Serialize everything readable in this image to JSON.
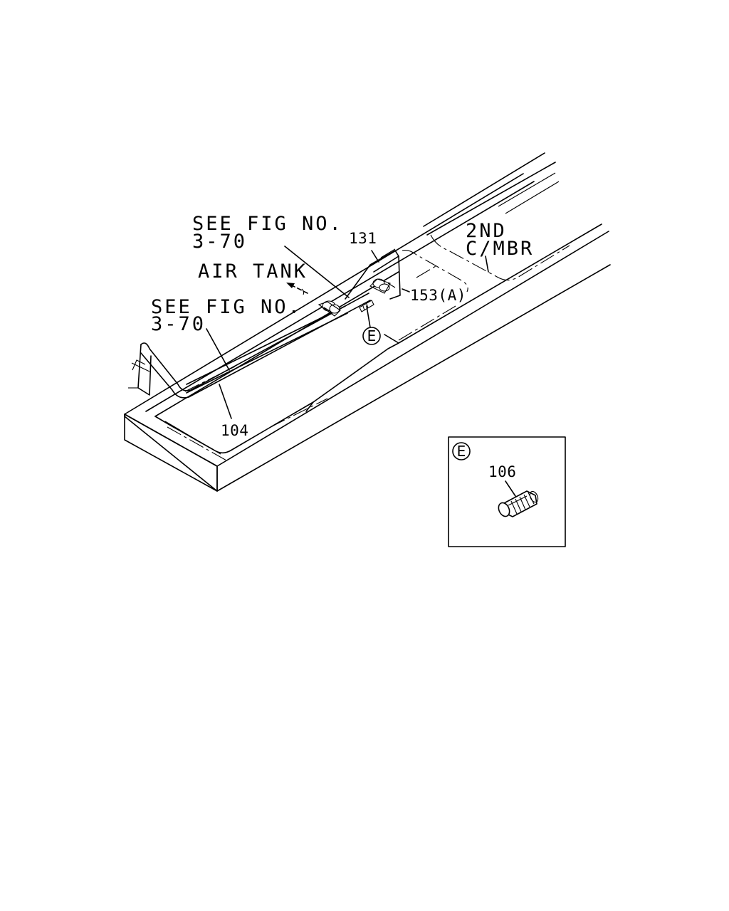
{
  "labels": {
    "see_fig_upper_line1": "SEE FIG NO.",
    "see_fig_upper_line2": "3-70",
    "air_tank": "AIR TANK",
    "see_fig_lower_line1": "SEE FIG NO.",
    "see_fig_lower_line2": "3-70",
    "part_131": "131",
    "part_153a": "153(A)",
    "part_104": "104",
    "second_cmbr_line1": "2ND",
    "second_cmbr_line2": "C/MBR",
    "callout_e": "E"
  },
  "detail_e": {
    "callout": "E",
    "part_106": "106"
  }
}
